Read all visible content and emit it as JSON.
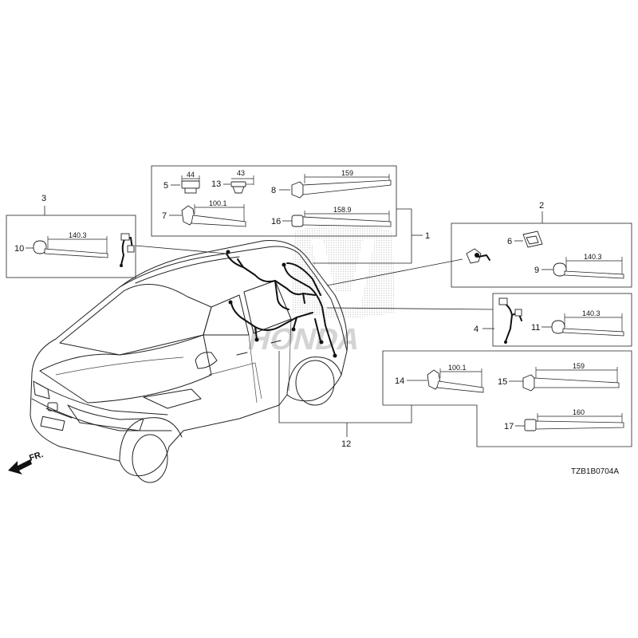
{
  "callouts": {
    "c1": "1",
    "c2": "2",
    "c3": "3",
    "c4": "4",
    "c5": "5",
    "c6": "6",
    "c7": "7",
    "c8": "8",
    "c9": "9",
    "c10": "10",
    "c11": "11",
    "c12": "12",
    "c13": "13",
    "c14": "14",
    "c15": "15",
    "c16": "16",
    "c17": "17"
  },
  "dimensions": {
    "d5": "44",
    "d13": "43",
    "d8": "159",
    "d7": "100.1",
    "d16": "158.9",
    "d10": "140.3",
    "d9": "140.3",
    "d11": "140.3",
    "d14": "100.1",
    "d15": "159",
    "d17": "160"
  },
  "direction": "FR.",
  "diagram_code": "TZB1B0704A",
  "watermark_text": "HONDA"
}
